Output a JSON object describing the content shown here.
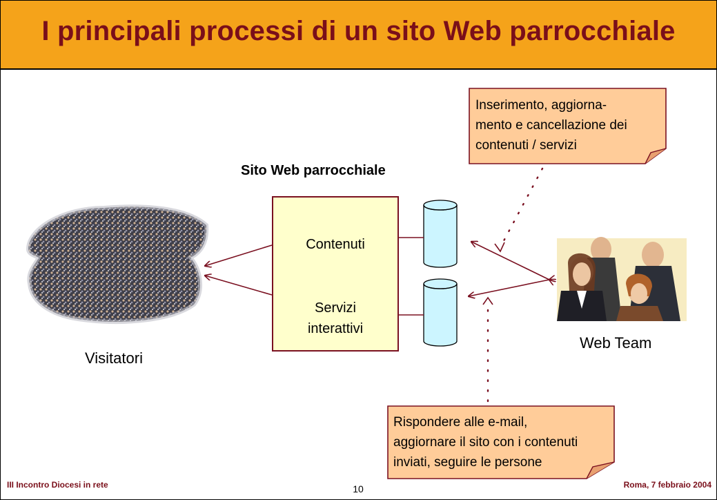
{
  "title": "I principali processi di un sito Web parrocchiale",
  "site": {
    "title": "Sito Web parrocchiale",
    "section_content": "Contenuti",
    "section_services_line1": "Servizi",
    "section_services_line2": "interattivi"
  },
  "actors": {
    "visitors": "Visitatori",
    "web_team": "Web Team"
  },
  "notes": {
    "top": [
      "Inserimento, aggiorna-",
      "mento e cancellazione dei",
      "contenuti / servizi"
    ],
    "bottom": [
      "Rispondere alle e-mail,",
      "aggiornare il sito con i contenuti",
      "inviati, seguire le persone"
    ]
  },
  "footer": {
    "left": "III Incontro Diocesi in rete",
    "page_number": "10",
    "right": "Roma, 7 febbraio 2004"
  },
  "colors": {
    "title_bar": "#f5a31a",
    "title_text": "#7a0f1a",
    "arrows": "#7a1020",
    "site_box_fill": "#ffffcc",
    "callout_fill": "#ffcc99",
    "database_fill": "#ccf5ff"
  }
}
